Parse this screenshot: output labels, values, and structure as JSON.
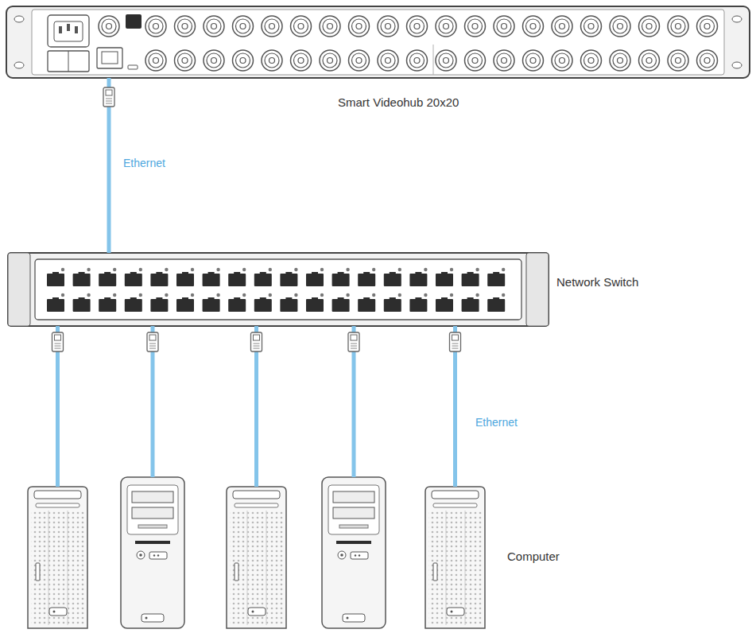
{
  "diagram": {
    "nodes": [
      {
        "text": [
          "Smart Videohub 20x20"
        ]
      },
      {
        "text": [
          "Network Switch"
        ]
      },
      {
        "text": []
      },
      {
        "text": []
      },
      {
        "text": []
      },
      {
        "text": []
      },
      {
        "text": [
          "Computer"
        ]
      }
    ],
    "edges": [
      {
        "from": 0,
        "to": 1,
        "arrow": "none",
        "label": "Ethernet"
      },
      {
        "from": 1,
        "to": 2,
        "arrow": "none"
      },
      {
        "from": 1,
        "to": 3,
        "arrow": "none"
      },
      {
        "from": 1,
        "to": 4,
        "arrow": "none"
      },
      {
        "from": 1,
        "to": 5,
        "arrow": "none"
      },
      {
        "from": 1,
        "to": 6,
        "arrow": "none",
        "label": "Ethernet"
      }
    ]
  }
}
